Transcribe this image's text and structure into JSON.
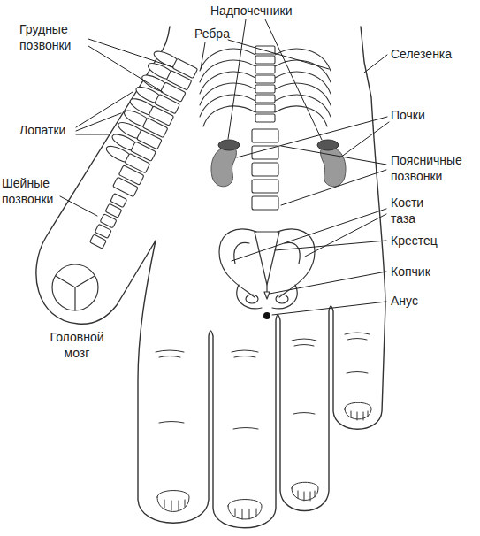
{
  "diagram": {
    "labels": [
      "Надпочечники",
      "Ребра",
      "Грудные позвонки",
      "Селезенка",
      "Лопатки",
      "Почки",
      "Шейные позвонки",
      "Поясничные позвонки",
      "Кости таза",
      "Крестец",
      "Копчик",
      "Анус",
      "Головной мозг"
    ]
  }
}
